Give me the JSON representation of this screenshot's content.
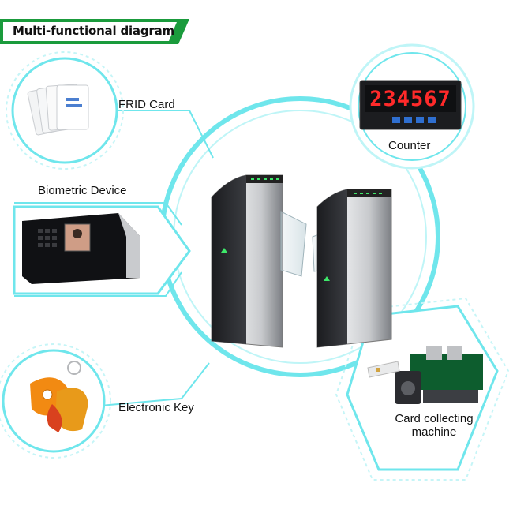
{
  "banner": {
    "title": "Multi-functional diagram"
  },
  "center": {
    "device": "gate-turnstile"
  },
  "nodes": {
    "counter": {
      "label": "Counter",
      "display_value": "234567"
    },
    "frid_card": {
      "label": "FRID Card"
    },
    "biometric": {
      "label": "Biometric Device"
    },
    "electronic_key": {
      "label": "Electronic Key"
    },
    "card_machine": {
      "label_line1": "Card collecting",
      "label_line2": "machine"
    }
  },
  "colors": {
    "accent_cyan": "#6fe6ec",
    "banner_green": "#1a9b3c",
    "key_orange": "#f28a12",
    "key_red": "#d9411e"
  }
}
